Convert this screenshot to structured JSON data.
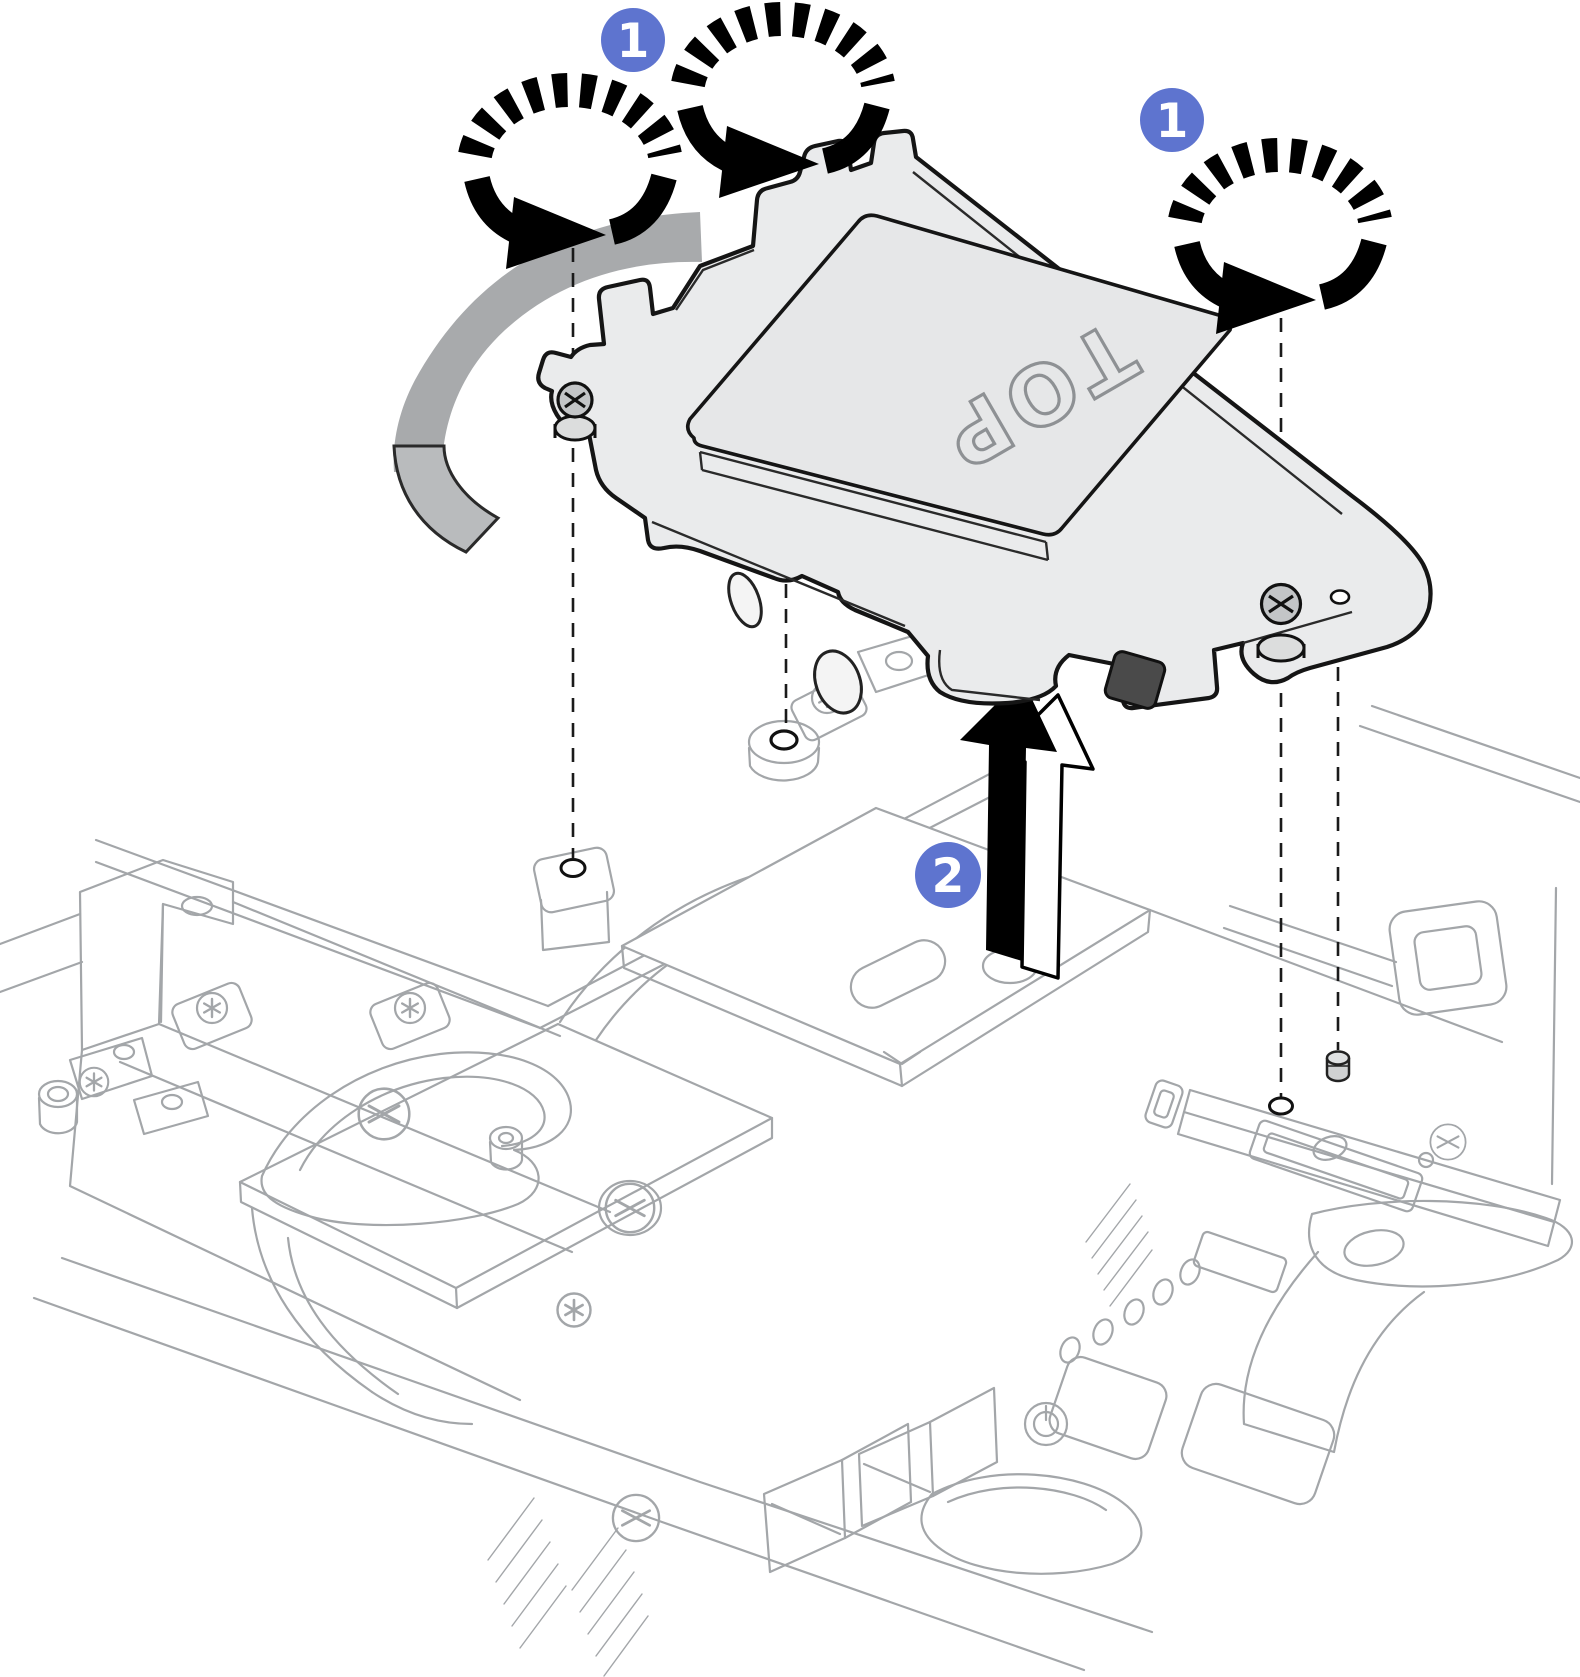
{
  "figure": {
    "kind": "hardware-service-illustration",
    "tray_label": "TOP",
    "callouts": {
      "step1_left": "1",
      "step1_right": "1",
      "step2": "2"
    }
  },
  "icon_names": [
    "turn-screw-clockwise-icon",
    "lift-arrow-icon",
    "captive-screw-icon",
    "alignment-dashed-line",
    "torx-screw-icon",
    "phillips-screw-icon",
    "power-button-icon"
  ],
  "colors": {
    "callout_blue": "#5e74cf",
    "outline_black": "#151515",
    "chassis_line_gray": "#a3a6a9",
    "tray_fill_gray": "#eaebec",
    "hose_gray": "#a8aaac",
    "screw_head_gray": "#c3c5c7",
    "background": "#ffffff"
  }
}
